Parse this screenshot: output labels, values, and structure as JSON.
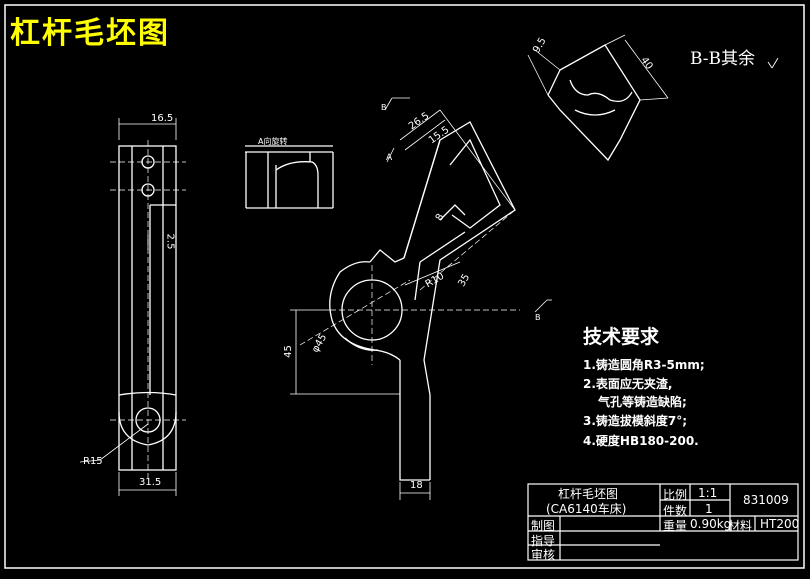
{
  "drawing": {
    "title": "杠杆毛坯图",
    "section_note": "B-B其余",
    "view_label_a": "A向旋转",
    "section_markers": [
      "B",
      "B",
      "A"
    ]
  },
  "tech_requirements": {
    "heading": "技术要求",
    "items": [
      "1.铸造圆角R3-5mm;",
      "2.表面应无夹渣,",
      "气孔等铸造缺陷;",
      "3.铸造拔模斜度7°;",
      "4.硬度HB180-200."
    ]
  },
  "dimensions": {
    "side_width": "16.5",
    "side_small": "2.5",
    "radius": "R15",
    "base_width": "31.5",
    "d1": "26.5",
    "d2": "15.5",
    "d3": "8",
    "r10": "R10",
    "angle": "35",
    "dia": "φ45",
    "h45": "45",
    "w18": "18",
    "sec1": "9.5",
    "sec2": "40"
  },
  "title_block": {
    "part_name": "杠杆毛坯图",
    "machine": "(CA6140车床)",
    "scale_label": "比例",
    "scale_value": "1:1",
    "qty_label": "件数",
    "qty_value": "1",
    "drawing_no": "831009",
    "weight_label": "重量",
    "weight_value": "0.90kg",
    "material_label": "材料",
    "material_value": "HT200",
    "drawn_label": "制图",
    "check_label": "指导",
    "approve_label": "审核"
  }
}
